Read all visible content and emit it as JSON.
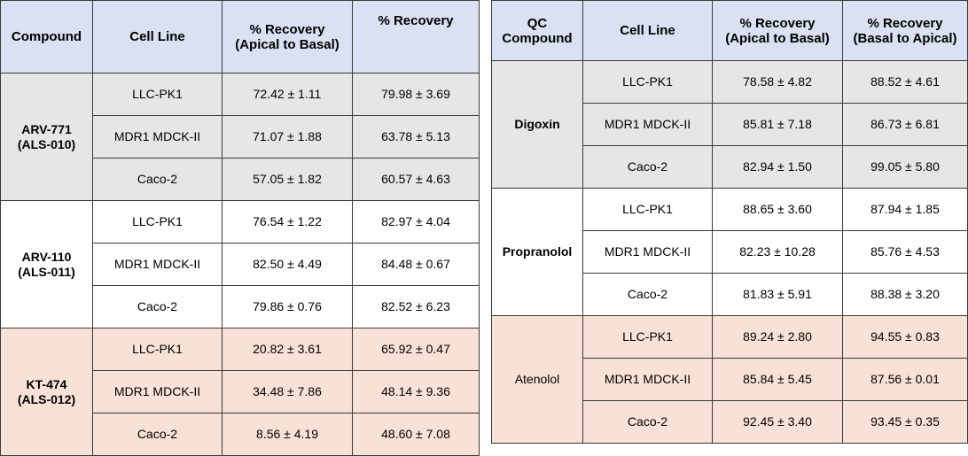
{
  "left_table": {
    "headers": [
      "Compound",
      "Cell Line",
      [
        "% Recovery",
        "(Apical to Basal)"
      ],
      [
        "% Recovery"
      ]
    ],
    "groups": [
      {
        "compound": [
          "ARV-771",
          "(ALS-010)"
        ],
        "rows": [
          [
            "LLC-PK1",
            "72.42 ± 1.11",
            "79.98 ± 3.69"
          ],
          [
            "MDR1 MDCK-II",
            "71.07 ± 1.88",
            "63.78 ± 5.13"
          ],
          [
            "Caco-2",
            "57.05 ± 1.82",
            "60.57 ± 4.63"
          ]
        ]
      },
      {
        "compound": [
          "ARV-110",
          "(ALS-011)"
        ],
        "rows": [
          [
            "LLC-PK1",
            "76.54 ± 1.22",
            "82.97 ± 4.04"
          ],
          [
            "MDR1 MDCK-II",
            "82.50 ± 4.49",
            "84.48 ± 0.67"
          ],
          [
            "Caco-2",
            "79.86 ± 0.76",
            "82.52 ± 6.23"
          ]
        ]
      },
      {
        "compound": [
          "KT-474",
          "(ALS-012)"
        ],
        "rows": [
          [
            "LLC-PK1",
            "20.82 ± 3.61",
            "65.92 ± 0.47"
          ],
          [
            "MDR1 MDCK-II",
            "34.48 ± 7.86",
            "48.14 ± 9.36"
          ],
          [
            "Caco-2",
            "8.56 ± 4.19",
            "48.60 ± 7.08"
          ]
        ]
      }
    ]
  },
  "right_table": {
    "headers": [
      [
        "QC",
        "Compound"
      ],
      "Cell Line",
      [
        "% Recovery",
        "(Apical to Basal)"
      ],
      [
        "% Recovery",
        "(Basal to Apical)"
      ]
    ],
    "groups": [
      {
        "compound": [
          "Digoxin"
        ],
        "rows": [
          [
            "LLC-PK1",
            "78.58 ± 4.82",
            "88.52 ± 4.61"
          ],
          [
            "MDR1 MDCK-II",
            "85.81 ± 7.18",
            "86.73 ± 6.81"
          ],
          [
            "Caco-2",
            "82.94 ± 1.50",
            "99.05 ± 5.80"
          ]
        ]
      },
      {
        "compound": [
          "Propranolol"
        ],
        "rows": [
          [
            "LLC-PK1",
            "88.65 ± 3.60",
            "87.94 ± 1.85"
          ],
          [
            "MDR1 MDCK-II",
            "82.23 ± 10.28",
            "85.76 ± 4.53"
          ],
          [
            "Caco-2",
            "81.83 ± 5.91",
            "88.38 ± 3.20"
          ]
        ]
      },
      {
        "compound": [
          "Atenolol"
        ],
        "rows": [
          [
            "LLC-PK1",
            "89.24 ± 2.80",
            "94.55 ± 0.83"
          ],
          [
            "MDR1 MDCK-II",
            "85.84 ± 5.45",
            "87.56 ± 0.01"
          ],
          [
            "Caco-2",
            "92.45 ± 3.40",
            "93.45 ± 0.35"
          ]
        ]
      }
    ]
  },
  "group_colors": [
    "#e7e6e6",
    "#ffffff",
    "#f8e1d6"
  ],
  "header_color": "#d9e1f2"
}
